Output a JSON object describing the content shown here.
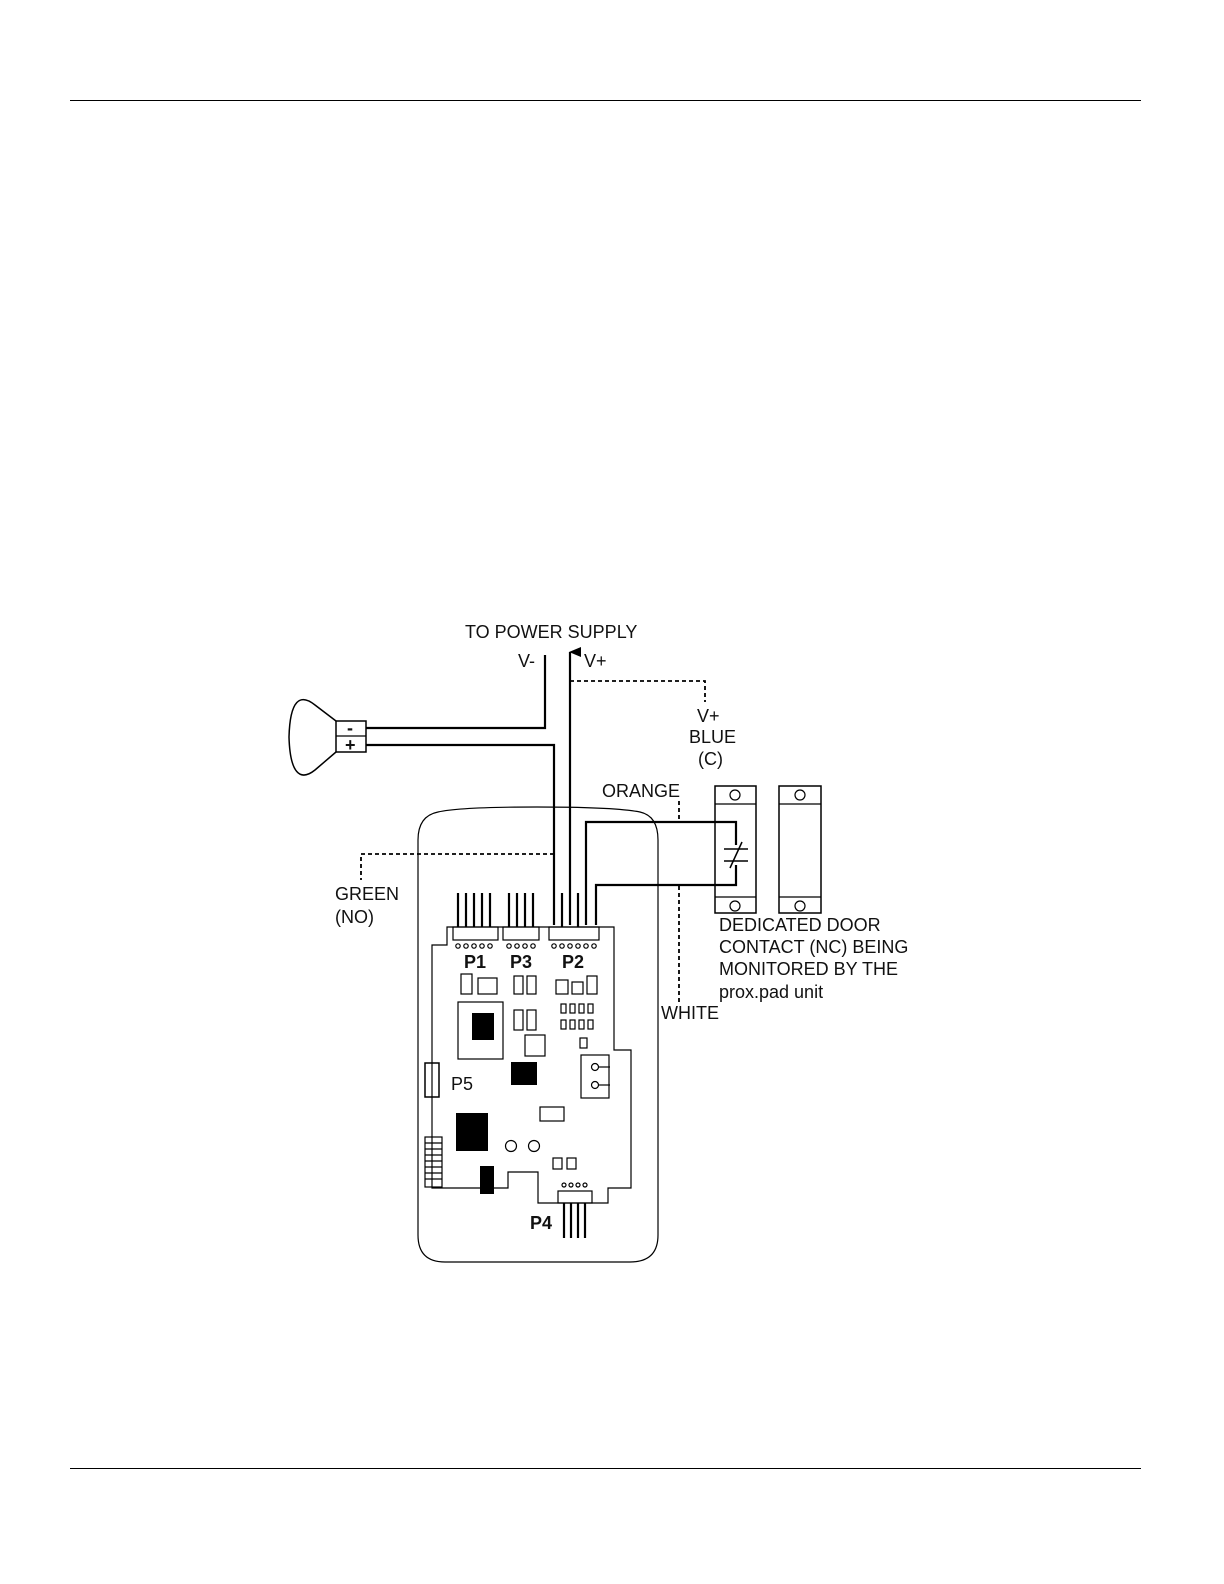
{
  "labels": {
    "power_supply": "TO POWER SUPPLY",
    "v_minus": "V-",
    "v_plus_top": "V+",
    "v_plus_blue": "V+",
    "blue": "BLUE",
    "blue_c": "(C)",
    "orange": "ORANGE",
    "green": "GREEN",
    "green_no": "(NO)",
    "white": "WHITE",
    "door_contact_lines": [
      "DEDICATED DOOR",
      "CONTACT (NC) BEING",
      "MONITORED BY THE",
      "prox.pad unit"
    ],
    "speaker_minus": "-",
    "speaker_plus": "+"
  },
  "connectors": {
    "p1": "P1",
    "p3": "P3",
    "p2": "P2",
    "p4": "P4",
    "p5": "P5"
  },
  "colors": {
    "line": "#000000",
    "background": "#ffffff"
  }
}
